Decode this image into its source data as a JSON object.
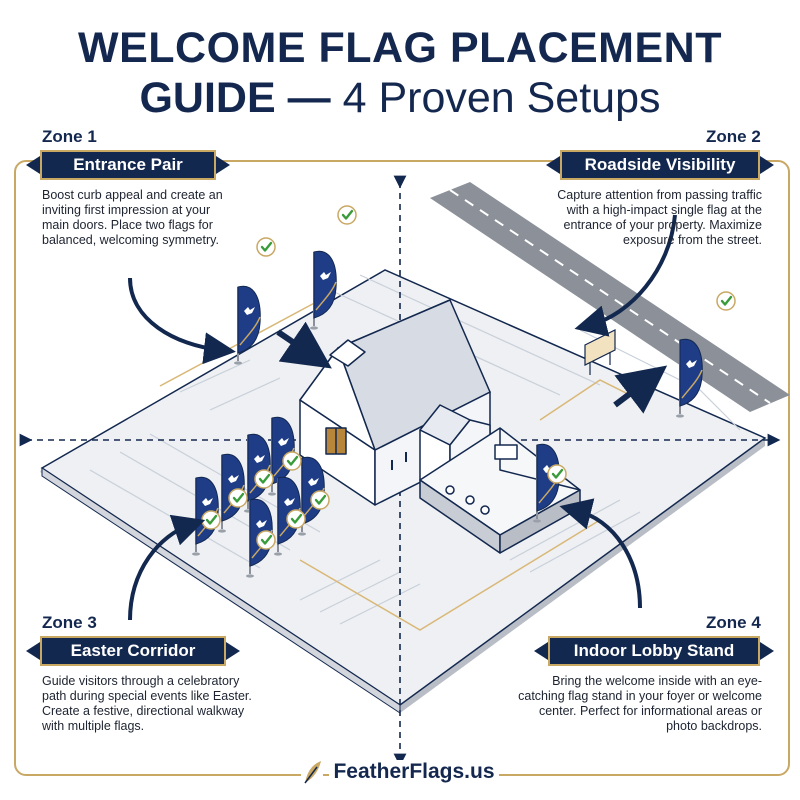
{
  "title": {
    "line1": "WELCOME FLAG PLACEMENT",
    "line2_bold": "GUIDE —",
    "line2_light": "4 Proven Setups"
  },
  "zones": [
    {
      "number": "Zone 1",
      "name": "Entrance Pair",
      "description": "Boost curb appeal and create an inviting first impression at your main doors. Place two flags for balanced, welcoming symmetry."
    },
    {
      "number": "Zone 2",
      "name": "Roadside Visibility",
      "description": "Capture attention from passing traffic with a high-impact single flag at the entrance of your property. Maximize exposure from the street."
    },
    {
      "number": "Zone 3",
      "name": "Easter Corridor",
      "description": "Guide visitors through a celebratory path during special events like Easter. Create a festive, directional walkway with multiple flags."
    },
    {
      "number": "Zone 4",
      "name": "Indoor Lobby Stand",
      "description": "Bring the welcome inside with an eye-catching flag stand in your foyer or welcome center. Perfect for informational areas or photo backdrops."
    }
  ],
  "brand": {
    "name": "FeatherFlags.us",
    "navy": "#13284f",
    "gold": "#c9a864",
    "check_green": "#3a9b3a"
  }
}
